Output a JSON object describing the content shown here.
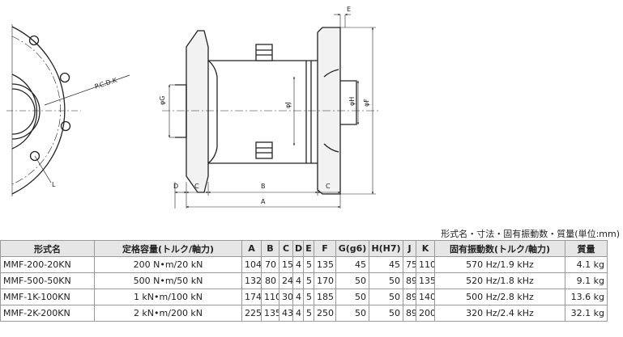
{
  "labels": {
    "pcd": "P.C.D.K",
    "l": "L",
    "g": "φG",
    "j": "φJ",
    "h": "φH",
    "f": "φF",
    "e": "E",
    "d": "D",
    "c_left": "C",
    "b": "B",
    "c_right": "C",
    "a": "A"
  },
  "caption": "形式名・寸法・固有振動数・質量(単位:mm)",
  "table": {
    "headers": [
      "形式名",
      "定格容量(トルク/軸力)",
      "A",
      "B",
      "C",
      "D",
      "E",
      "F",
      "G(g6)",
      "H(H7)",
      "J",
      "K",
      "固有振動数(トルク/軸力)",
      "質量"
    ],
    "rows": [
      [
        "MMF-200-20KN",
        "200 N•m/20 kN",
        "104",
        "70",
        "15",
        "4",
        "5",
        "135",
        "45",
        "45",
        "75",
        "110",
        "570 Hz/1.9 kHz",
        "4.1 kg"
      ],
      [
        "MMF-500-50KN",
        "500 N•m/50 kN",
        "132",
        "80",
        "24",
        "4",
        "5",
        "170",
        "50",
        "50",
        "89",
        "135",
        "520 Hz/1.8 kHz",
        "9.1 kg"
      ],
      [
        "MMF-1K-100KN",
        "1 kN•m/100 kN",
        "174",
        "110",
        "30",
        "4",
        "5",
        "185",
        "50",
        "50",
        "89",
        "140",
        "500 Hz/2.8 kHz",
        "13.6 kg"
      ],
      [
        "MMF-2K-200KN",
        "2 kN•m/200 kN",
        "225",
        "135",
        "43",
        "4",
        "5",
        "250",
        "50",
        "50",
        "89",
        "200",
        "320 Hz/2.4 kHz",
        "32.1 kg"
      ]
    ]
  }
}
